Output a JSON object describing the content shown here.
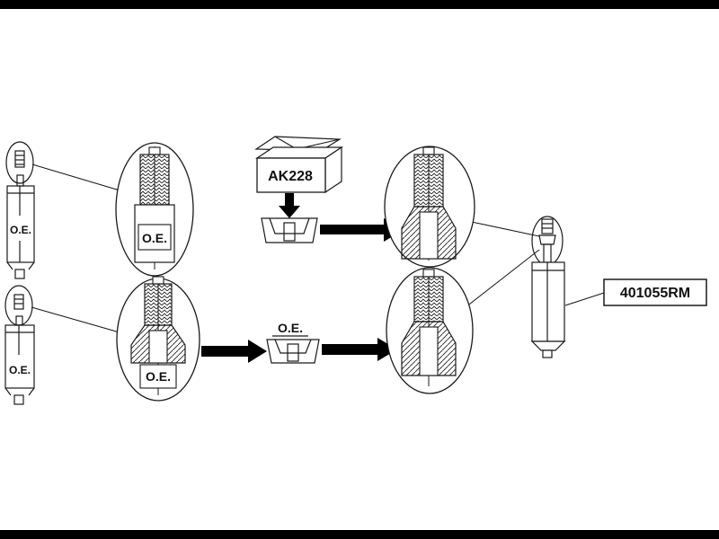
{
  "frame": {
    "background": "#ffffff",
    "bar_color": "#000000"
  },
  "diagram": {
    "description_colors": {
      "line": "#1a1a1a",
      "arrow_fill": "#000000"
    },
    "kit_label": "AK228",
    "part_number": "401055RM",
    "oe": {
      "small_top_left": "O.E.",
      "small_bottom_left": "O.E.",
      "magnified_top_left": "O.E.",
      "magnified_bottom_left": "O.E.",
      "center_bushing": "O.E."
    }
  }
}
